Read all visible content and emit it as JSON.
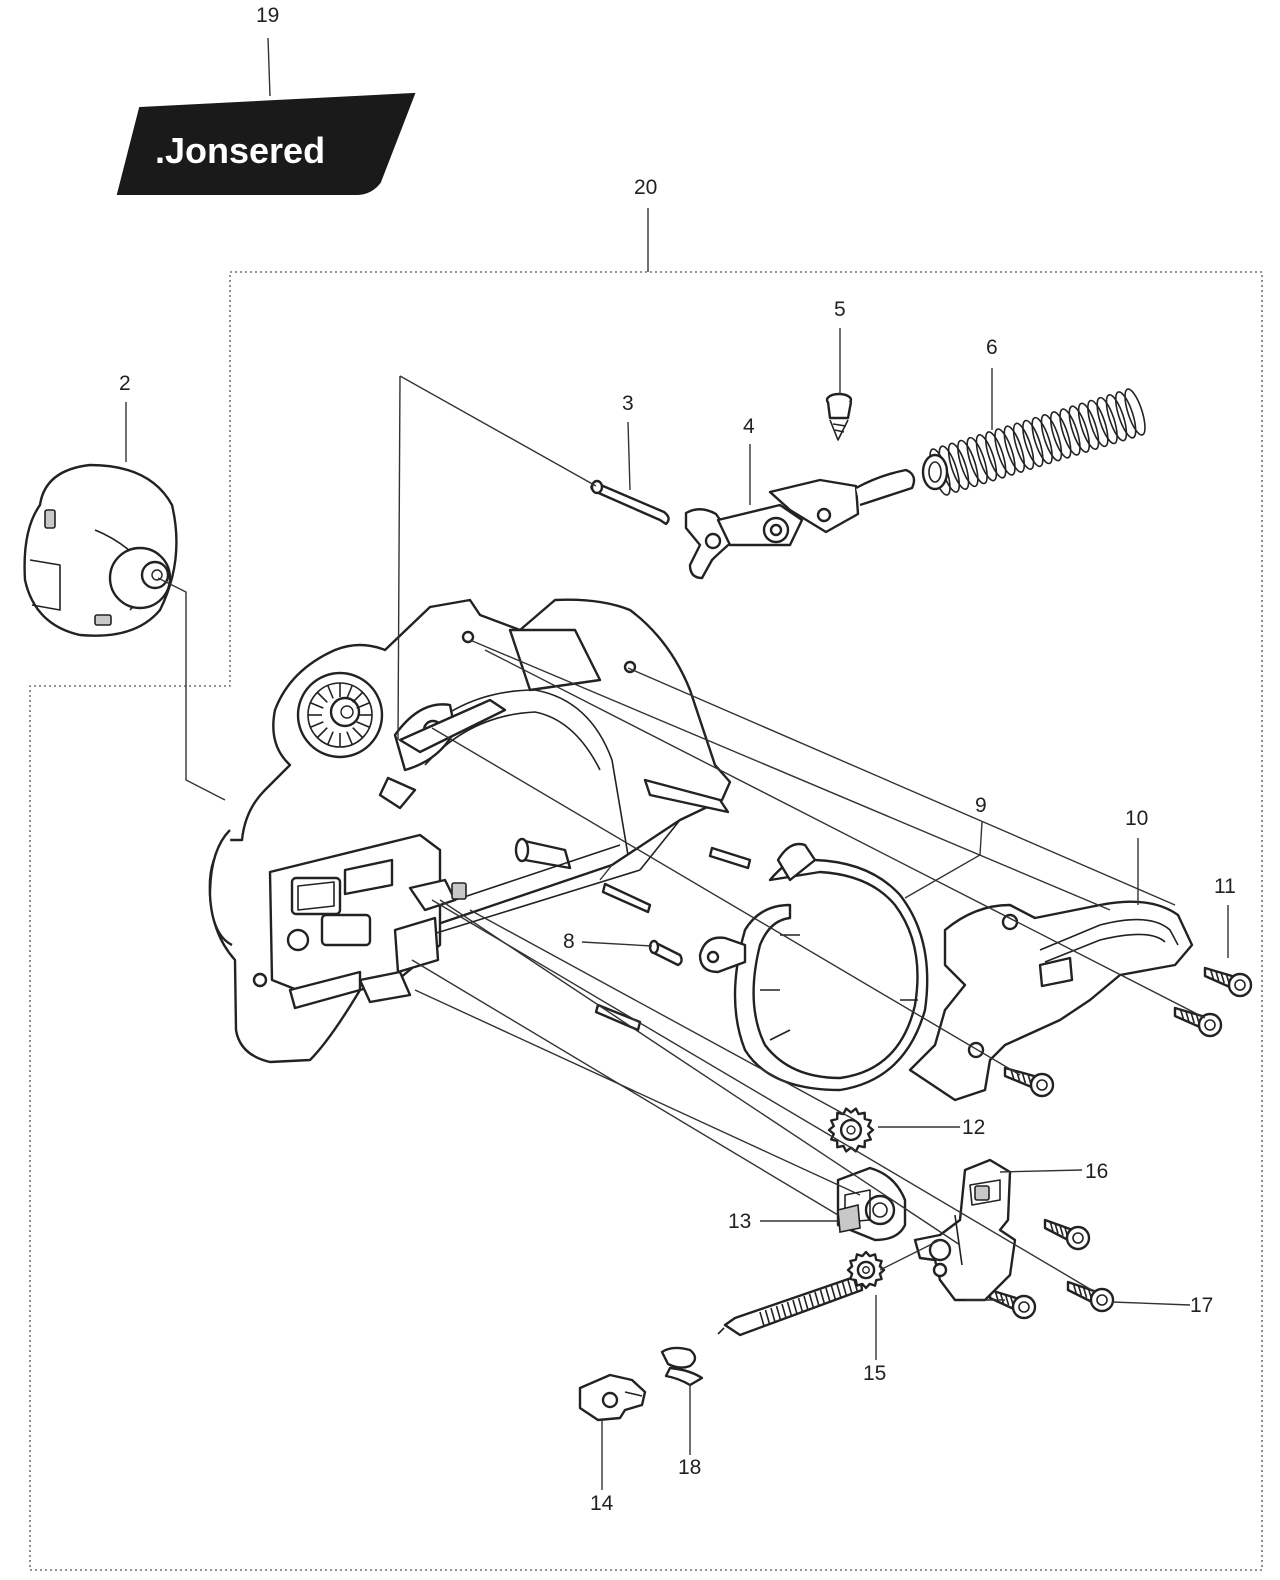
{
  "logo_text": ".Jonsered",
  "callouts": {
    "p2": "2",
    "p3": "3",
    "p4": "4",
    "p5": "5",
    "p6": "6",
    "p8": "8",
    "p9": "9",
    "p10": "10",
    "p11": "11",
    "p12": "12",
    "p13": "13",
    "p14": "14",
    "p15": "15",
    "p16": "16",
    "p17": "17",
    "p18": "18",
    "p19": "19",
    "p20": "20"
  },
  "colors": {
    "line": "#222222",
    "decal": "#1a1a1a",
    "shade": "#c8c8c8"
  }
}
